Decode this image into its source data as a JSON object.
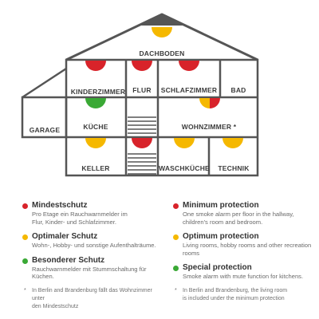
{
  "colors": {
    "red": "#d8232a",
    "yellow": "#f5b800",
    "green": "#3aa935",
    "wall": "#555555",
    "roof_dark": "#555555"
  },
  "rooms": {
    "attic": "DACHBODEN",
    "kids_room": "KINDERZIMMER",
    "hallway": "FLUR",
    "bedroom": "SCHLAFZIMMER",
    "bath": "BAD",
    "garage": "GARAGE",
    "kitchen": "KÜCHE",
    "living_room": "WOHNZIMMER *",
    "cellar": "KELLER",
    "laundry": "WASCHKÜCHE",
    "technik": "TECHNIK"
  },
  "legend_de": [
    {
      "color": "red",
      "title": "Mindestschutz",
      "desc": [
        "Pro Etage ein Rauchwarnmelder im",
        "Flur, Kinder- und Schlafzimmer."
      ]
    },
    {
      "color": "yellow",
      "title": "Optimaler Schutz",
      "desc": [
        "Wohn-, Hobby- und sonstige Aufenthalträume."
      ]
    },
    {
      "color": "green",
      "title": "Besonderer Schutz",
      "desc": [
        "Rauchwarnmelder mit Stummschaltung für",
        "Küchen."
      ]
    }
  ],
  "legend_en": [
    {
      "color": "red",
      "title": "Minimum protection",
      "desc": [
        "One smoke alarm per floor in the hallway,",
        "children's room and bedroom."
      ]
    },
    {
      "color": "yellow",
      "title": "Optimum protection",
      "desc": [
        "Living rooms, hobby rooms and other recreation",
        "rooms"
      ]
    },
    {
      "color": "green",
      "title": "Special protection",
      "desc": [
        "Smoke alarm with mute function for kitchens."
      ]
    }
  ],
  "footnote_de": {
    "mark": "*",
    "lines": [
      "In Berlin and Brandenburg fällt das Wohnzimmer unter",
      "den Mindestschutz"
    ]
  },
  "footnote_en": {
    "mark": "*",
    "lines": [
      "In Berlin and Brandenburg, the living room",
      "is included under the minimum protection"
    ]
  }
}
